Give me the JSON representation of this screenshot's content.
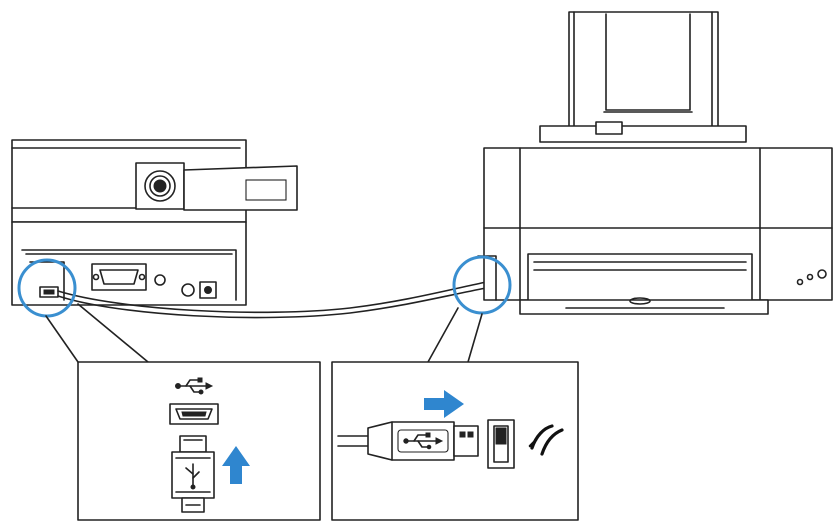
{
  "diagram": {
    "highlight_color": "#3a8fd0",
    "arrow_color": "#2f86cf",
    "line_color": "#222222",
    "components": [
      "device-unit",
      "usb-cable",
      "printer",
      "mini-usb-port-callout",
      "usb-a-port-callout"
    ],
    "icons": [
      "usb-trident-icon",
      "arrow-up-icon",
      "arrow-right-icon",
      "usb-logo-icon",
      "printer-usb-symbol-icon"
    ]
  }
}
